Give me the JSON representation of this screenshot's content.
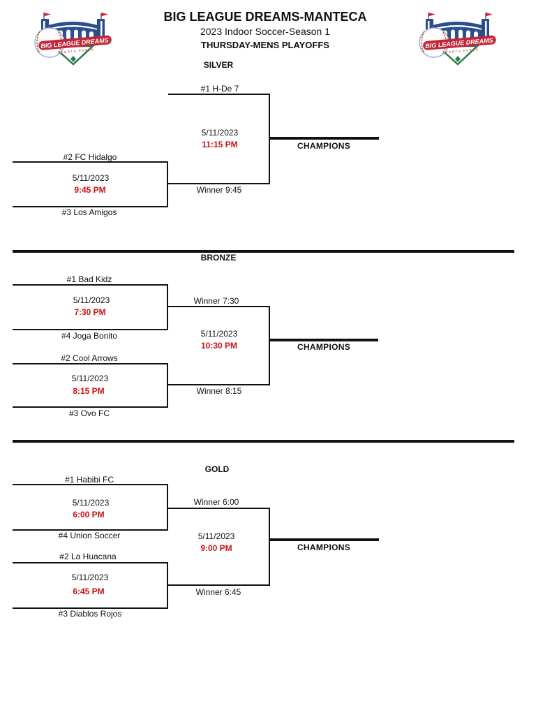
{
  "header": {
    "title": "BIG LEAGUE DREAMS-MANTECA",
    "subtitle": "2023 Indoor Soccer-Season 1",
    "subheading": "THURSDAY-MENS PLAYOFFS"
  },
  "logo": {
    "banner_text": "BIG LEAGUE DREAMS",
    "subtext": "SPORTS PARKS"
  },
  "colors": {
    "time_red": "#cc1111",
    "line_black": "#111111",
    "logo_blue": "#2b4f8e",
    "logo_red": "#c32737",
    "logo_green": "#2d7d4b"
  },
  "sections": [
    {
      "name": "SILVER",
      "bye_team": "#1 H-De 7",
      "final": {
        "date": "5/11/2023",
        "time": "11:15 PM"
      },
      "champions_label": "CHAMPIONS",
      "semi": {
        "top_team": "#2 FC Hidalgo",
        "date": "5/11/2023",
        "time": "9:45 PM",
        "winner_label": "Winner 9:45",
        "bottom_team": "#3 Los Amigos"
      }
    },
    {
      "name": "BRONZE",
      "matches": [
        {
          "top_team": "#1 Bad Kidz",
          "date": "5/11/2023",
          "time": "7:30 PM",
          "winner_label": "Winner 7:30",
          "bottom_team": "#4 Joga Bonito"
        },
        {
          "top_team": "#2 Cool Arrows",
          "date": "5/11/2023",
          "time": "8:15 PM",
          "winner_label": "Winner 8:15",
          "bottom_team": "#3 Ovo FC"
        }
      ],
      "final": {
        "date": "5/11/2023",
        "time": "10:30 PM"
      },
      "champions_label": "CHAMPIONS"
    },
    {
      "name": "GOLD",
      "matches": [
        {
          "top_team": "#1 Habibi FC",
          "date": "5/11/2023",
          "time": "6:00 PM",
          "winner_label": "Winner 6:00",
          "bottom_team": "#4 Union Soccer"
        },
        {
          "top_team": "#2 La Huacana",
          "date": "5/11/2023",
          "time": "6:45 PM",
          "winner_label": "Winner 6:45",
          "bottom_team": "#3 Diablos Rojos"
        }
      ],
      "final": {
        "date": "5/11/2023",
        "time": "9:00 PM"
      },
      "champions_label": "CHAMPIONS"
    }
  ]
}
